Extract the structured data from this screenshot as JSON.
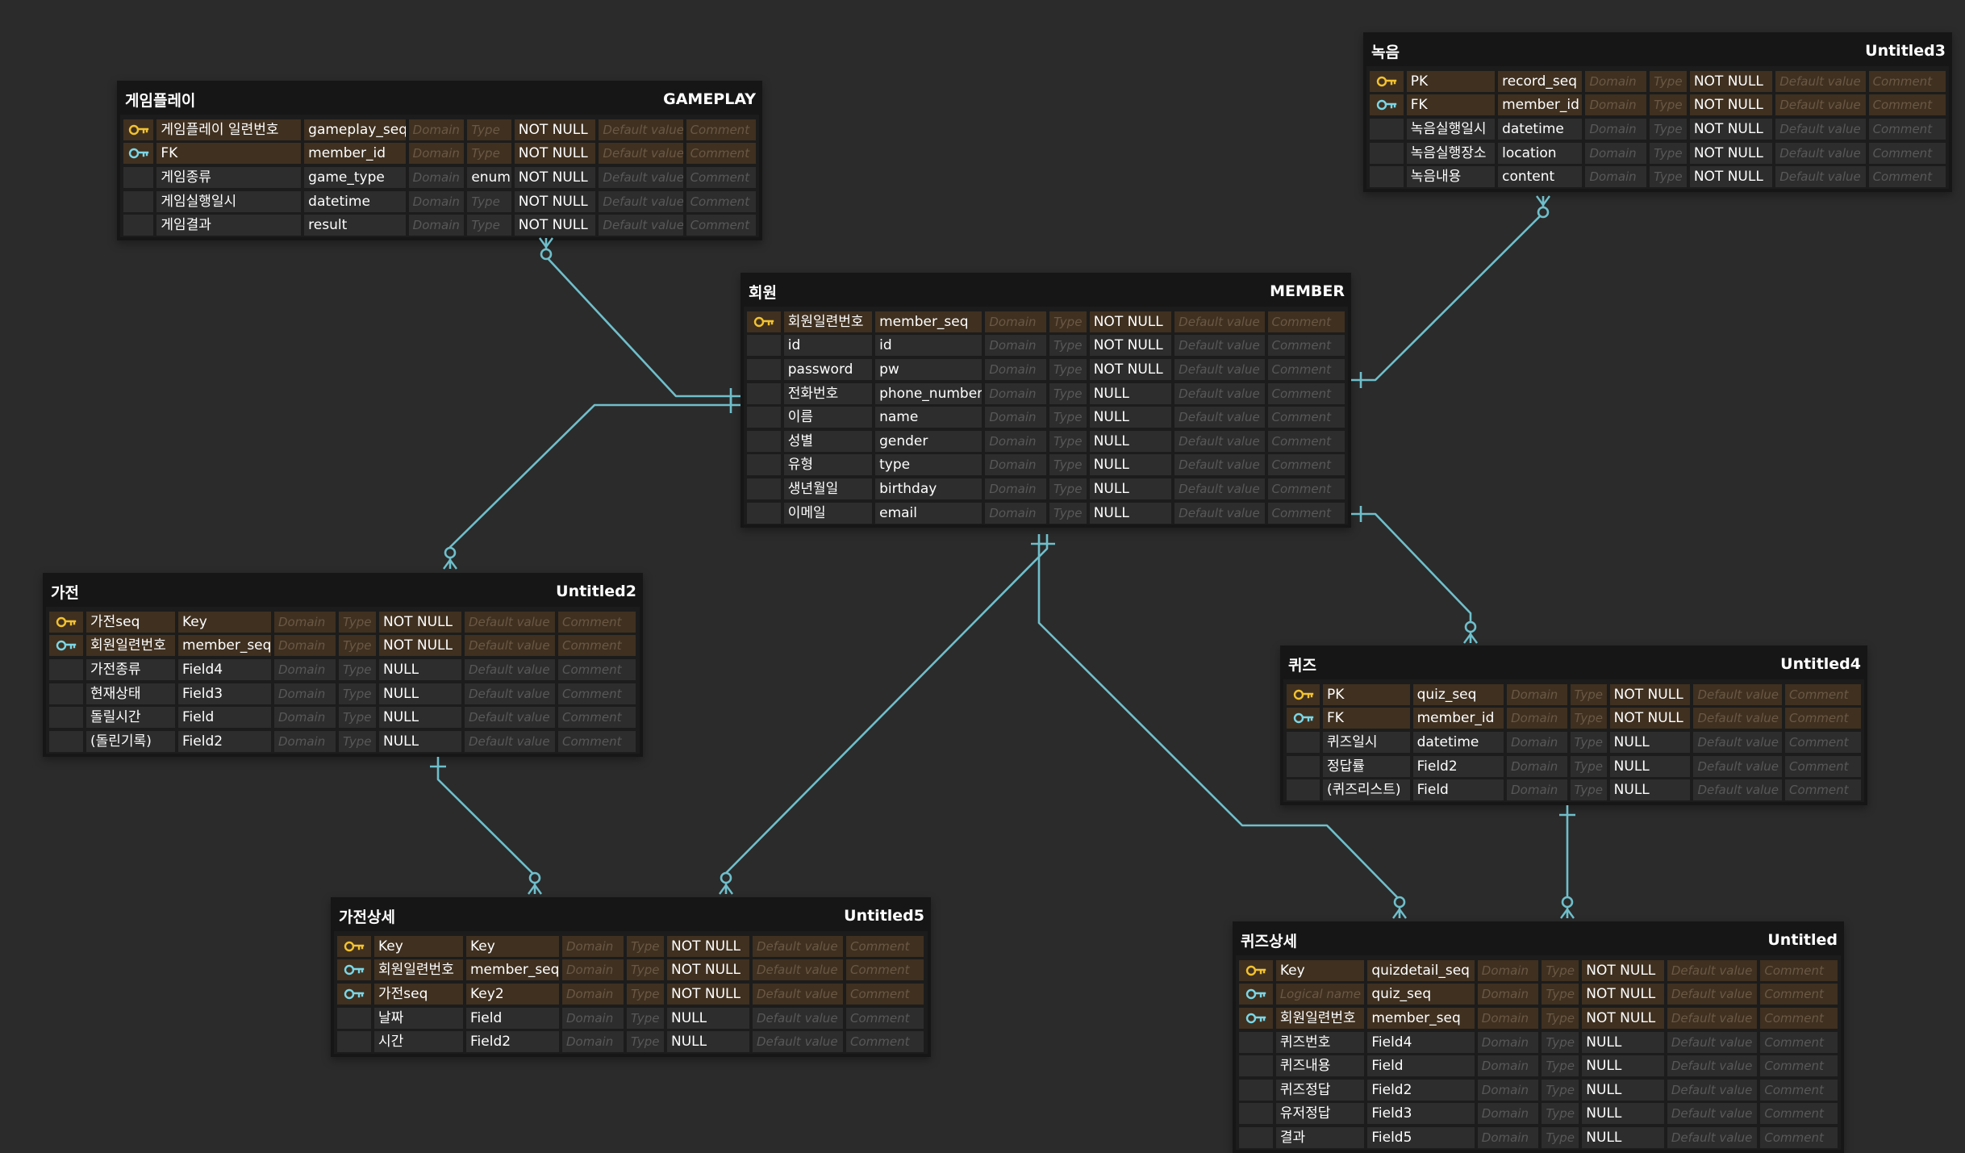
{
  "colors": {
    "pk_key": "#f2c230",
    "fk_key": "#7bd6e6",
    "relation": "#6fbfcb"
  },
  "placeholders": {
    "logical": "Logical name",
    "domain": "Domain",
    "type": "Type",
    "default": "Default value",
    "comment": "Comment"
  },
  "entities": [
    {
      "id": "gameplay",
      "logical": "게임플레이",
      "physical": "GAMEPLAY",
      "rows": [
        {
          "key": "pk",
          "logical": "게임플레이 일련번호",
          "physical": "gameplay_seq",
          "type": "",
          "nullable": "NOT NULL"
        },
        {
          "key": "fk",
          "logical": "FK",
          "physical": "member_id",
          "type": "",
          "nullable": "NOT NULL"
        },
        {
          "key": "",
          "logical": "게임종류",
          "physical": "game_type",
          "type": "enum",
          "nullable": "NOT NULL"
        },
        {
          "key": "",
          "logical": "게임실행일시",
          "physical": "datetime",
          "type": "",
          "nullable": "NOT NULL"
        },
        {
          "key": "",
          "logical": "게임결과",
          "physical": "result",
          "type": "",
          "nullable": "NOT NULL"
        }
      ]
    },
    {
      "id": "recording",
      "logical": "녹음",
      "physical": "Untitled3",
      "rows": [
        {
          "key": "pk",
          "logical": "PK",
          "physical": "record_seq",
          "type": "",
          "nullable": "NOT NULL"
        },
        {
          "key": "fk",
          "logical": "FK",
          "physical": "member_id",
          "type": "",
          "nullable": "NOT NULL"
        },
        {
          "key": "",
          "logical": "녹음실행일시",
          "physical": "datetime",
          "type": "",
          "nullable": "NOT NULL"
        },
        {
          "key": "",
          "logical": "녹음실행장소",
          "physical": "location",
          "type": "",
          "nullable": "NOT NULL"
        },
        {
          "key": "",
          "logical": "녹음내용",
          "physical": "content",
          "type": "",
          "nullable": "NOT NULL"
        }
      ]
    },
    {
      "id": "member",
      "logical": "회원",
      "physical": "MEMBER",
      "rows": [
        {
          "key": "pk",
          "logical": "회원일련번호",
          "physical": "member_seq",
          "type": "",
          "nullable": "NOT NULL"
        },
        {
          "key": "",
          "logical": "id",
          "physical": "id",
          "type": "",
          "nullable": "NOT NULL"
        },
        {
          "key": "",
          "logical": "password",
          "physical": "pw",
          "type": "",
          "nullable": "NOT NULL"
        },
        {
          "key": "",
          "logical": "전화번호",
          "physical": "phone_number",
          "type": "",
          "nullable": "NULL"
        },
        {
          "key": "",
          "logical": "이름",
          "physical": "name",
          "type": "",
          "nullable": "NULL"
        },
        {
          "key": "",
          "logical": "성별",
          "physical": "gender",
          "type": "",
          "nullable": "NULL"
        },
        {
          "key": "",
          "logical": "유형",
          "physical": "type",
          "type": "",
          "nullable": "NULL"
        },
        {
          "key": "",
          "logical": "생년월일",
          "physical": "birthday",
          "type": "",
          "nullable": "NULL"
        },
        {
          "key": "",
          "logical": "이메일",
          "physical": "email",
          "type": "",
          "nullable": "NULL"
        }
      ]
    },
    {
      "id": "appliance",
      "logical": "가전",
      "physical": "Untitled2",
      "rows": [
        {
          "key": "pk",
          "logical": "가전seq",
          "physical": "Key",
          "type": "",
          "nullable": "NOT NULL"
        },
        {
          "key": "fk",
          "logical": "회원일련번호",
          "physical": "member_seq",
          "type": "",
          "nullable": "NOT NULL"
        },
        {
          "key": "",
          "logical": "가전종류",
          "physical": "Field4",
          "type": "",
          "nullable": "NULL"
        },
        {
          "key": "",
          "logical": "현재상태",
          "physical": "Field3",
          "type": "",
          "nullable": "NULL"
        },
        {
          "key": "",
          "logical": "돌릴시간",
          "physical": "Field",
          "type": "",
          "nullable": "NULL"
        },
        {
          "key": "",
          "logical": "(돌린기록)",
          "physical": "Field2",
          "type": "",
          "nullable": "NULL"
        }
      ]
    },
    {
      "id": "quiz",
      "logical": "퀴즈",
      "physical": "Untitled4",
      "rows": [
        {
          "key": "pk",
          "logical": "PK",
          "physical": "quiz_seq",
          "type": "",
          "nullable": "NOT NULL"
        },
        {
          "key": "fk",
          "logical": "FK",
          "physical": "member_id",
          "type": "",
          "nullable": "NOT NULL"
        },
        {
          "key": "",
          "logical": "퀴즈일시",
          "physical": "datetime",
          "type": "",
          "nullable": "NULL"
        },
        {
          "key": "",
          "logical": "정답률",
          "physical": "Field2",
          "type": "",
          "nullable": "NULL"
        },
        {
          "key": "",
          "logical": "(퀴즈리스트)",
          "physical": "Field",
          "type": "",
          "nullable": "NULL"
        }
      ]
    },
    {
      "id": "appliance_detail",
      "logical": "가전상세",
      "physical": "Untitled5",
      "rows": [
        {
          "key": "pk",
          "logical": "Key",
          "physical": "Key",
          "type": "",
          "nullable": "NOT NULL"
        },
        {
          "key": "fk",
          "logical": "회원일련번호",
          "physical": "member_seq",
          "type": "",
          "nullable": "NOT NULL"
        },
        {
          "key": "fk",
          "logical": "가전seq",
          "physical": "Key2",
          "type": "",
          "nullable": "NOT NULL"
        },
        {
          "key": "",
          "logical": "날짜",
          "physical": "Field",
          "type": "",
          "nullable": "NULL"
        },
        {
          "key": "",
          "logical": "시간",
          "physical": "Field2",
          "type": "",
          "nullable": "NULL"
        }
      ]
    },
    {
      "id": "quiz_detail",
      "logical": "퀴즈상세",
      "physical": "Untitled",
      "rows": [
        {
          "key": "pk",
          "logical": "Key",
          "physical": "quizdetail_seq",
          "type": "",
          "nullable": "NOT NULL"
        },
        {
          "key": "fk",
          "logical": "",
          "physical": "quiz_seq",
          "type": "",
          "nullable": "NOT NULL"
        },
        {
          "key": "fk",
          "logical": "회원일련번호",
          "physical": "member_seq",
          "type": "",
          "nullable": "NOT NULL"
        },
        {
          "key": "",
          "logical": "퀴즈번호",
          "physical": "Field4",
          "type": "",
          "nullable": "NULL"
        },
        {
          "key": "",
          "logical": "퀴즈내용",
          "physical": "Field",
          "type": "",
          "nullable": "NULL"
        },
        {
          "key": "",
          "logical": "퀴즈정답",
          "physical": "Field2",
          "type": "",
          "nullable": "NULL"
        },
        {
          "key": "",
          "logical": "유저정답",
          "physical": "Field3",
          "type": "",
          "nullable": "NULL"
        },
        {
          "key": "",
          "logical": "결과",
          "physical": "Field5",
          "type": "",
          "nullable": "NULL"
        }
      ]
    }
  ],
  "relations": [
    {
      "id": "member-gameplay",
      "from": "member",
      "to": "gameplay"
    },
    {
      "id": "member-recording",
      "from": "member",
      "to": "recording"
    },
    {
      "id": "member-appliance",
      "from": "member",
      "to": "appliance"
    },
    {
      "id": "member-quiz",
      "from": "member",
      "to": "quiz"
    },
    {
      "id": "member-appliance-detail",
      "from": "member",
      "to": "appliance_detail"
    },
    {
      "id": "member-quiz-detail",
      "from": "member",
      "to": "quiz_detail"
    },
    {
      "id": "appliance-appliance-detail",
      "from": "appliance",
      "to": "appliance_detail"
    },
    {
      "id": "quiz-quiz-detail",
      "from": "quiz",
      "to": "quiz_detail"
    }
  ]
}
